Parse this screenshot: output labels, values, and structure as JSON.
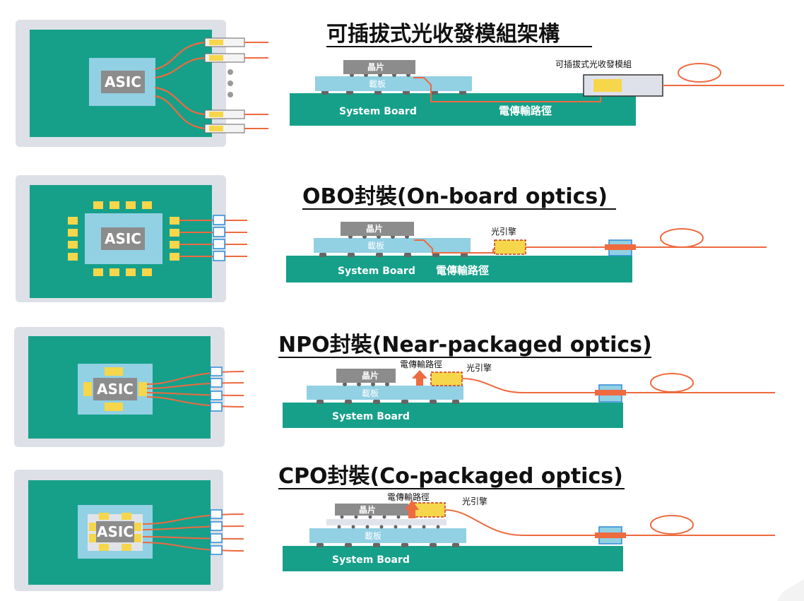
{
  "colors": {
    "board": "#16a08a",
    "frame": "#dde0e6",
    "substrate": "#92d0e3",
    "chip": "#8c8c8c",
    "optics": "#f6d64a",
    "fiber": "#ee6a3f",
    "connector": "#2e8ad6"
  },
  "rows": [
    {
      "title": "可插拔式光收發模組架構",
      "asic": "ASIC",
      "chip": "晶片",
      "substrate": "載板",
      "system_board": "System Board",
      "electrical_path": "電傳輸路徑",
      "optics_label": "可插拔式光收發模組"
    },
    {
      "title": "OBO封裝(On-board optics)",
      "asic": "ASIC",
      "chip": "晶片",
      "substrate": "載板",
      "system_board": "System Board",
      "electrical_path": "電傳輸路徑",
      "optics_label": "光引擎"
    },
    {
      "title": "NPO封裝(Near-packaged optics)",
      "asic": "ASIC",
      "chip": "晶片",
      "substrate": "載板",
      "system_board": "System Board",
      "electrical_path": "電傳輸路徑",
      "optics_label": "光引擎"
    },
    {
      "title": "CPO封裝(Co-packaged optics)",
      "asic": "ASIC",
      "chip": "晶片",
      "substrate": "載板",
      "system_board": "System Board",
      "electrical_path": "電傳輸路徑",
      "optics_label": "光引擎"
    }
  ]
}
